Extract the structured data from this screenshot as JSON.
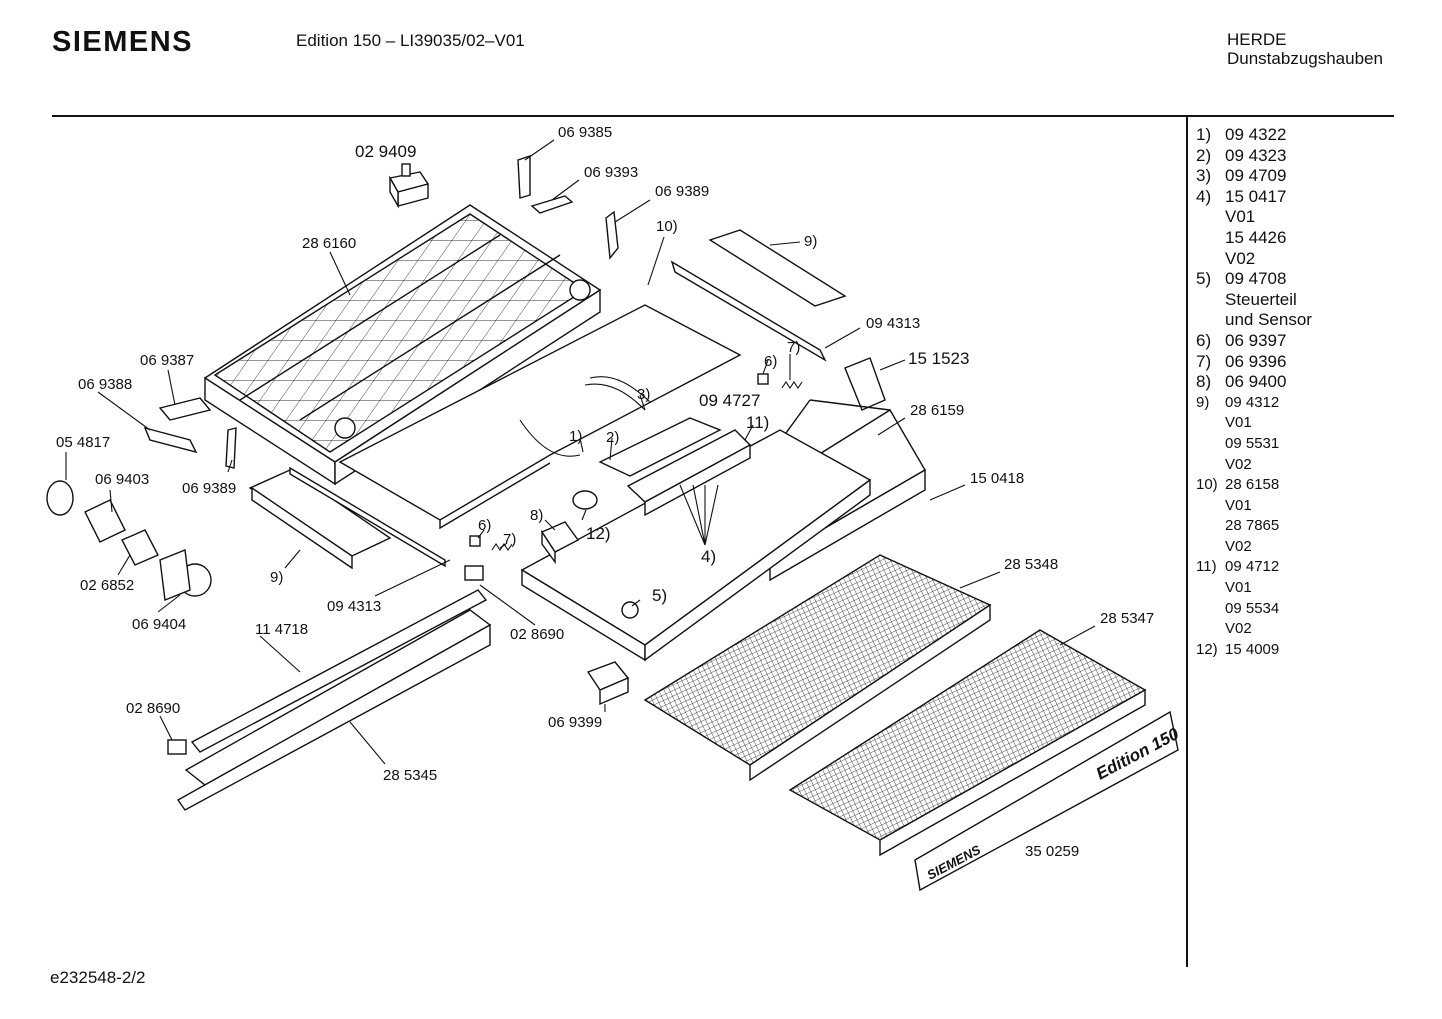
{
  "header": {
    "brand": "SIEMENS",
    "edition": "Edition 150 – LI39035/02–V01",
    "manufacturer": "HERDE",
    "category": "Dunstabzugshauben"
  },
  "footer": {
    "drawing_code": "e232548-2/2"
  },
  "legend": [
    {
      "num": "1)",
      "value": "09 4322",
      "size": "lg"
    },
    {
      "num": "2)",
      "value": "09 4323",
      "size": "lg"
    },
    {
      "num": "3)",
      "value": "09 4709",
      "size": "lg"
    },
    {
      "num": "4)",
      "value": "15 0417",
      "size": "lg"
    },
    {
      "num": "",
      "value": "V01",
      "size": "lg"
    },
    {
      "num": "",
      "value": "15 4426",
      "size": "lg"
    },
    {
      "num": "",
      "value": "V02",
      "size": "lg"
    },
    {
      "num": "5)",
      "value": "09 4708",
      "size": "lg"
    },
    {
      "num": "",
      "value": "Steuerteil",
      "size": "lg"
    },
    {
      "num": "",
      "value": "und Sensor",
      "size": "lg"
    },
    {
      "num": "6)",
      "value": "06 9397",
      "size": "lg"
    },
    {
      "num": "7)",
      "value": "06 9396",
      "size": "lg"
    },
    {
      "num": "8)",
      "value": "06 9400",
      "size": "lg"
    },
    {
      "num": "9)",
      "value": "09 4312",
      "size": "sm"
    },
    {
      "num": "",
      "value": "V01",
      "size": "sm"
    },
    {
      "num": "",
      "value": "09 5531",
      "size": "sm"
    },
    {
      "num": "",
      "value": "V02",
      "size": "sm"
    },
    {
      "num": "10)",
      "value": "28 6158",
      "size": "sm"
    },
    {
      "num": "",
      "value": "V01",
      "size": "sm"
    },
    {
      "num": "",
      "value": "28 7865",
      "size": "sm"
    },
    {
      "num": "",
      "value": "V02",
      "size": "sm"
    },
    {
      "num": "11)",
      "value": "09 4712",
      "size": "sm"
    },
    {
      "num": "",
      "value": "V01",
      "size": "sm"
    },
    {
      "num": "",
      "value": "09 5534",
      "size": "sm"
    },
    {
      "num": "",
      "value": "V02",
      "size": "sm"
    },
    {
      "num": "12)",
      "value": "15 4009",
      "size": "sm"
    }
  ],
  "callouts": {
    "p069385": "06 9385",
    "p029409": "02 9409",
    "p069393": "06 9393",
    "p069389a": "06 9389",
    "p286160": "28 6160",
    "c10": "10)",
    "c9a": "9)",
    "p094313a": "09 4313",
    "p151523": "15 1523",
    "c6a": "6)",
    "c7a": "7)",
    "p069387": "06 9387",
    "p069388": "06 9388",
    "c3": "3)",
    "p094727": "09 4727",
    "c11": "11)",
    "p286159": "28 6159",
    "c1": "1)",
    "c2": "2)",
    "p054817": "05 4817",
    "p069403": "06 9403",
    "p069389b": "06 9389",
    "p150418": "15 0418",
    "c8": "8)",
    "c12": "12)",
    "c6b": "6)",
    "c7b": "7)",
    "c4": "4)",
    "c5": "5)",
    "c9b": "9)",
    "p026852": "02 6852",
    "p094313b": "09 4313",
    "p285348": "28 5348",
    "p069404": "06 9404",
    "p114718": "11 4718",
    "p028690a": "02 8690",
    "p285347": "28 5347",
    "p028690b": "02 8690",
    "p069399": "06 9399",
    "p285345": "28 5345",
    "p350259": "35 0259"
  },
  "badges": {
    "edition_badge": "Edition 150",
    "brand_badge": "SIEMENS"
  }
}
